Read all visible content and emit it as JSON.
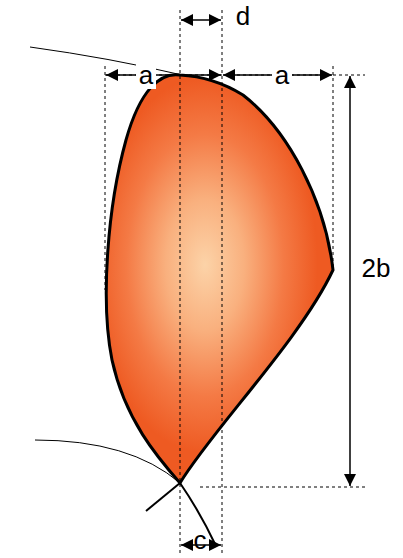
{
  "diagram": {
    "labels": [
      "d",
      "a",
      "a",
      "2b",
      "c"
    ]
  }
}
